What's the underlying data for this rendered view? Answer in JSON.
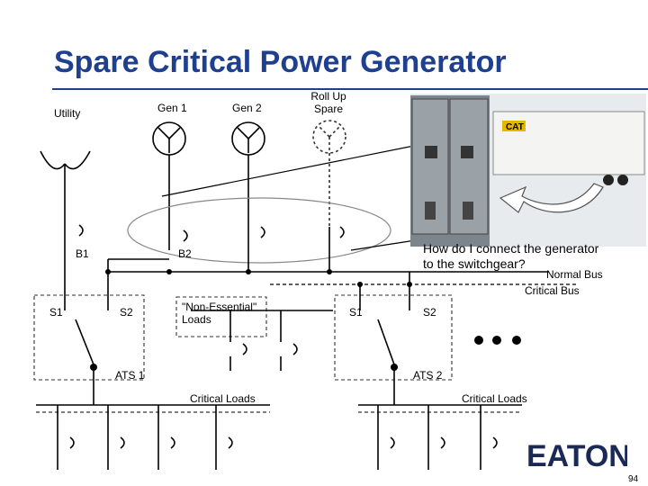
{
  "title": "Spare Critical Power Generator",
  "labels": {
    "utility": "Utility",
    "gen1": "Gen 1",
    "gen2": "Gen 2",
    "rollup_line1": "Roll Up",
    "rollup_line2": "Spare",
    "b1": "B1",
    "b2": "B2",
    "question_line1": "How do I connect the generator",
    "question_line2": "to the switchgear?",
    "normal_bus": "Normal Bus",
    "critical_bus": "Critical Bus",
    "ats1_s1": "S1",
    "ats1_s2": "S2",
    "ats1": "ATS 1",
    "non_essential_line1": "\"Non-Essential\"",
    "non_essential_line2": "Loads",
    "ats2_s1": "S1",
    "ats2_s2": "S2",
    "ats2": "ATS 2",
    "critical_loads_1": "Critical Loads",
    "critical_loads_2": "Critical Loads",
    "page_number": "94"
  },
  "logo": {
    "brand": "EATON",
    "photo_badge": "CAT"
  },
  "colors": {
    "title": "#1f3f8f",
    "line": "#000000",
    "dashed": "#333333",
    "ellipse": "#888888",
    "photo_bg": "#d9dde0",
    "cabinet": "#7d858c"
  }
}
